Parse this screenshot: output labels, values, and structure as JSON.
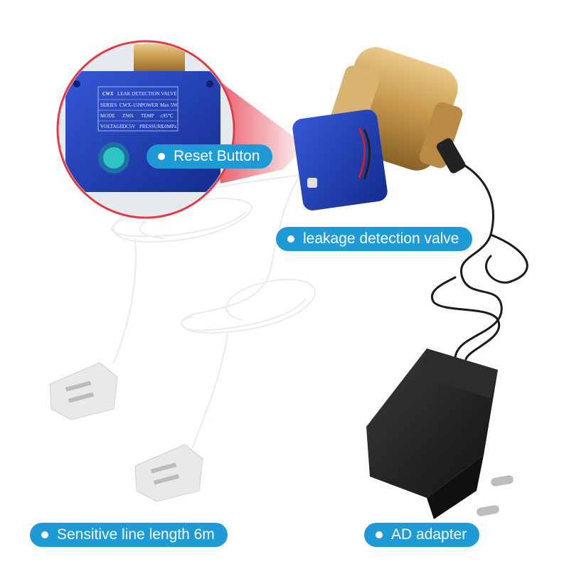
{
  "colors": {
    "label_bg": "#1e9ad6",
    "valve_blue": "#1f3fb8",
    "brass": "#c79a4e",
    "adapter": "#1e1e1e",
    "cable": "#f4f4f4",
    "callout_red": "#e23a46"
  },
  "nameplate": {
    "brand": "CWX",
    "title": "LEAK DETECTION VALVE",
    "series_label": "SERIES",
    "series_value": "CWX-15N",
    "power_label": "POWER",
    "power_value": "Max 5W",
    "mode_label": "MODE",
    "mode_value": "ZN01",
    "temp_label": "TEMP",
    "temp_value": "≤95℃",
    "voltage_label": "VOLTAGE",
    "voltage_value": "DC5V",
    "pressure_label": "PRESSURE",
    "pressure_value": "1.0MPa"
  },
  "labels": {
    "reset": "Reset Button",
    "valve": "leakage detection valve",
    "line": "Sensitive line length 6m",
    "adapter": "AD adapter"
  }
}
